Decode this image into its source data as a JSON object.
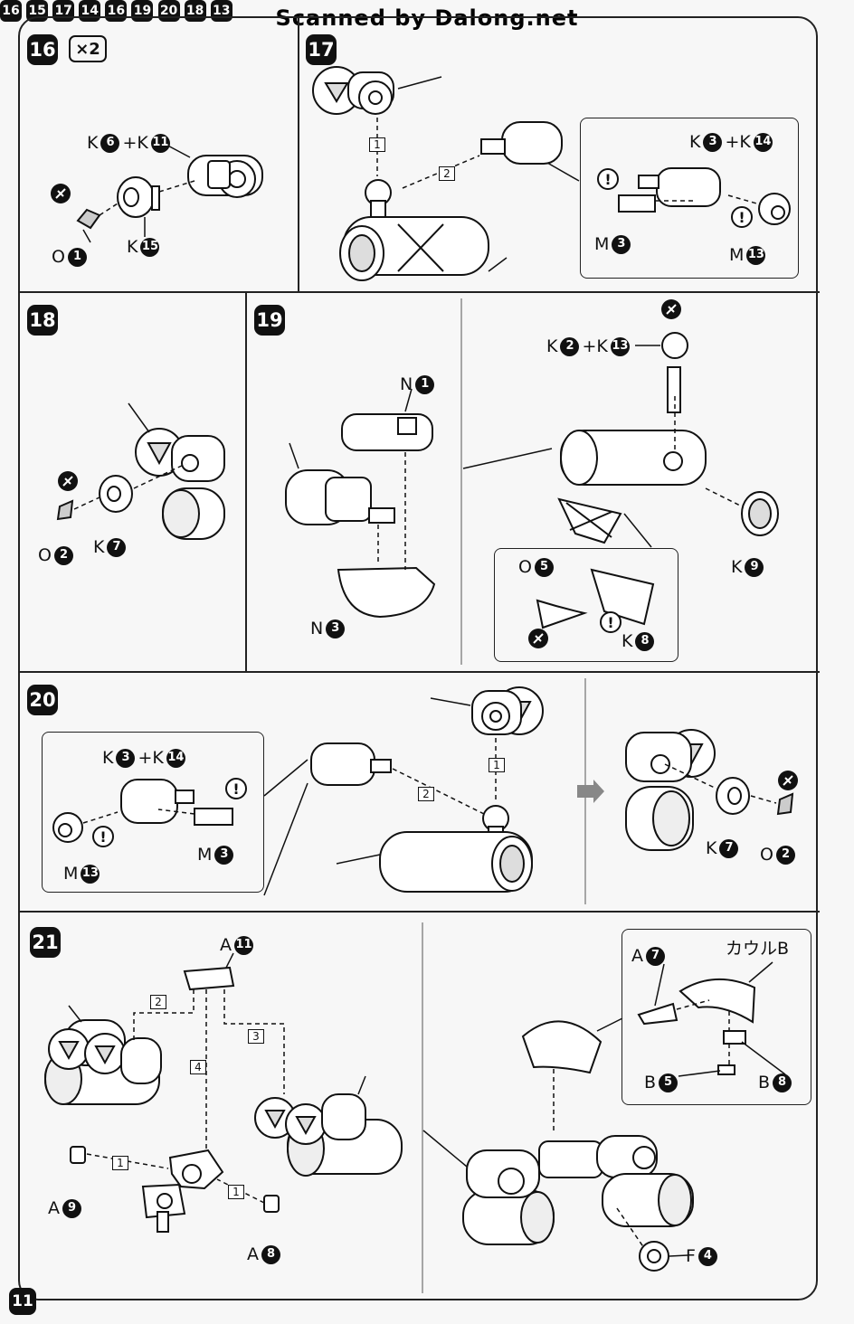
{
  "header": {
    "credit": "Scanned by Dalong.net"
  },
  "page_number": "11",
  "steps": {
    "s16": {
      "num": "16",
      "mult": "×2",
      "labels": {
        "l1_a": "K",
        "l1_b": "6",
        "l1_plus": "+K",
        "l1_c": "11",
        "l2_a": "O",
        "l2_b": "1",
        "l3_a": "K",
        "l3_b": "15"
      }
    },
    "s17": {
      "num": "17",
      "ref_top": "16",
      "ref_bottom": "15",
      "order1": "1",
      "order2": "2",
      "labels": {
        "a1": "K",
        "a2": "3",
        "a_plus": "+K",
        "a3": "14",
        "m1": "M",
        "m2": "3",
        "m3": "M",
        "m4": "13"
      },
      "warn": "!"
    },
    "s18": {
      "num": "18",
      "ref": "17",
      "labels": {
        "o1": "O",
        "o2": "2",
        "k1": "K",
        "k2": "7"
      }
    },
    "s19": {
      "num": "19",
      "ref": "14",
      "labels": {
        "n1a": "N",
        "n1b": "1",
        "n3a": "N",
        "n3b": "3",
        "ka": "K",
        "kb": "2",
        "kplus": "+K",
        "kc": "13",
        "k9a": "K",
        "k9b": "9",
        "o5a": "O",
        "o5b": "5",
        "k8a": "K",
        "k8b": "8"
      },
      "warn": "!"
    },
    "s20": {
      "num": "20",
      "ref_top": "16",
      "ref_bottom": "19",
      "order1": "1",
      "order2": "2",
      "labels": {
        "ka": "K",
        "kb": "3",
        "kplus": "+K",
        "kc": "14",
        "m3a": "M",
        "m3b": "3",
        "m13a": "M",
        "m13b": "13",
        "k7a": "K",
        "k7b": "7",
        "o2a": "O",
        "o2b": "2"
      },
      "warn": "!"
    },
    "s21": {
      "num": "21",
      "ref20": "20",
      "ref18": "18",
      "ref13": "13",
      "order1": "1",
      "order2": "2",
      "order3": "3",
      "order4": "4",
      "labels": {
        "a11a": "A",
        "a11b": "11",
        "a9a": "A",
        "a9b": "9",
        "a8a": "A",
        "a8b": "8",
        "a7a": "A",
        "a7b": "7",
        "cowl": "カウルB",
        "b5a": "B",
        "b5b": "5",
        "b8a": "B",
        "b8b": "8",
        "f4a": "F",
        "f4b": "4"
      }
    }
  }
}
